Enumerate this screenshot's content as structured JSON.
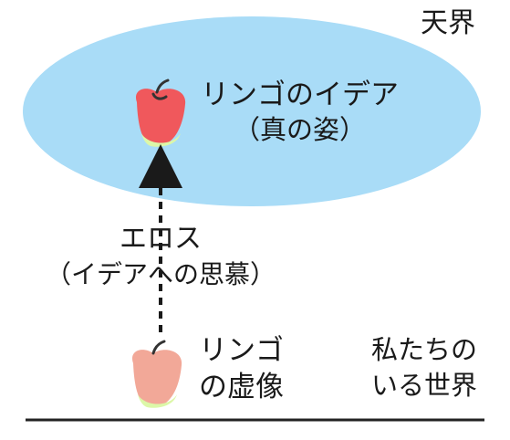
{
  "heaven_label": "天界",
  "idea": {
    "title": "リンゴのイデア",
    "subtitle": "（真の姿）"
  },
  "eros": {
    "title": "エロス",
    "subtitle": "（イデアへの思慕）"
  },
  "shadow": {
    "line1": "リンゴ",
    "line2": "の虚像"
  },
  "world": {
    "line1": "私たちの",
    "line2": "いる世界"
  },
  "colors": {
    "heaven_fill": "#a9dcf7",
    "apple_idea": "#f0585c",
    "apple_shadow": "#f2a898",
    "apple_flesh": "#dcf7a8",
    "stem": "#333333",
    "arrow": "#1a1a1a",
    "ground_line": "#222222"
  },
  "icons": {
    "idea_apple": "apple-icon",
    "shadow_apple": "apple-icon"
  }
}
